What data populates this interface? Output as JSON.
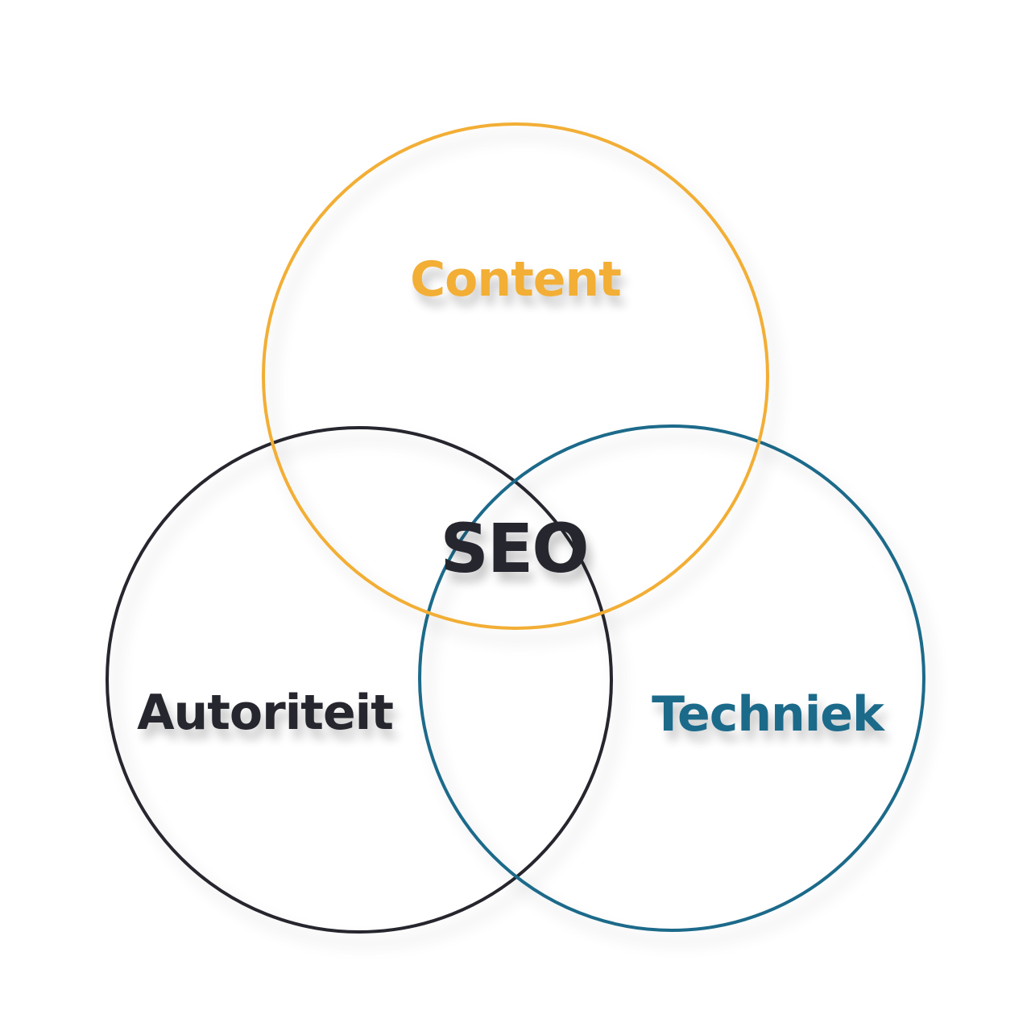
{
  "diagram": {
    "center_label": "SEO",
    "circles": [
      {
        "id": "content",
        "label": "Content",
        "color": "#f2ae36"
      },
      {
        "id": "autoriteit",
        "label": "Autoriteit",
        "color": "#26252f"
      },
      {
        "id": "techniek",
        "label": "Techniek",
        "color": "#1d6a8a"
      }
    ],
    "center_color": "#26252f"
  }
}
